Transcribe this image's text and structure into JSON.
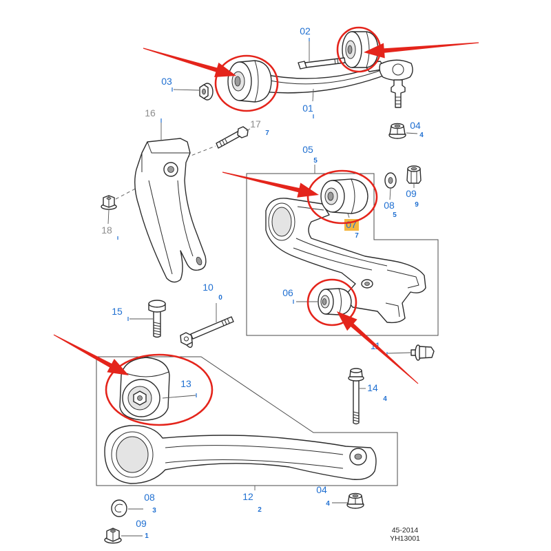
{
  "diagram": {
    "callouts": [
      "02",
      "03",
      "01",
      "04",
      "16",
      "17",
      "05",
      "08",
      "09",
      "07",
      "06",
      "15",
      "10",
      "18",
      "11",
      "14",
      "13",
      "12",
      "08",
      "04",
      "09"
    ],
    "sub_marks": [
      "7",
      "4",
      "5",
      "5",
      "9",
      "7",
      "0",
      "4",
      "2",
      "3",
      "4",
      "1"
    ],
    "footer": {
      "code": "45-2014",
      "ref": "YH13001"
    }
  },
  "colors": {
    "callout": "#1f6fd1",
    "callout_muted": "#8c8c8c",
    "highlight": "#e4241b",
    "label_highlight": "#f4b63f",
    "line": "#2b2b2b",
    "footer": "#222222"
  },
  "icons": {
    "highlight_ring": "red-circle",
    "pointer": "red-arrow"
  }
}
